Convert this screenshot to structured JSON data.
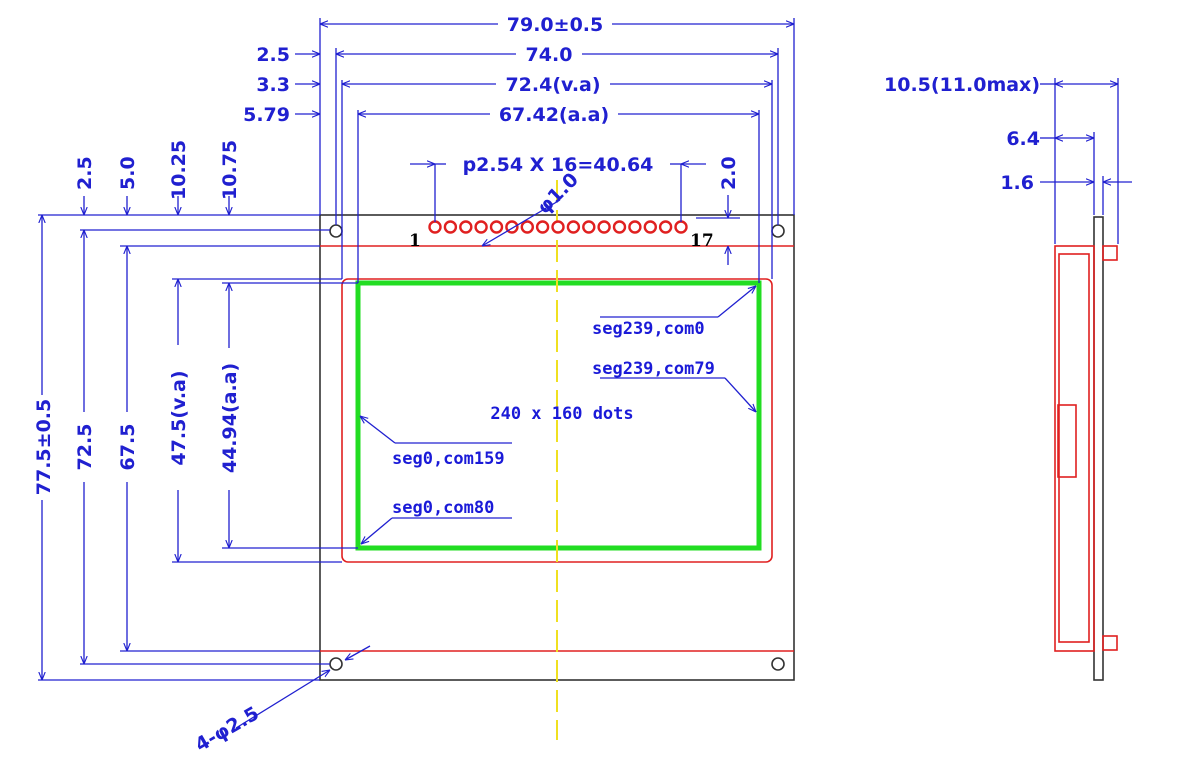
{
  "dimensions": {
    "outline_width": "79.0±0.5",
    "pcb_width": "74.0",
    "va_width": "72.4(v.a)",
    "aa_width": "67.42(a.a)",
    "offset_pcb_x": "2.5",
    "offset_va_x": "3.3",
    "offset_aa_x": "5.79",
    "pin_pitch": "p2.54  X  16=40.64",
    "pin_offset": "2.0",
    "pin_hole": "φ1.0",
    "offset_top_1": "2.5",
    "offset_top_2": "5.0",
    "offset_top_3": "10.25",
    "offset_top_4": "10.75",
    "outline_height": "77.5±0.5",
    "pcb_height": "72.5",
    "inner_height": "67.5",
    "va_height": "47.5(v.a)",
    "aa_height": "44.94(a.a)",
    "mount_holes": "4-φ2.5"
  },
  "pins": {
    "first": "1",
    "last": "17"
  },
  "display": {
    "resolution": "240  x  160  dots",
    "seg239_com0": "seg239,com0",
    "seg239_com79": "seg239,com79",
    "seg0_com159": "seg0,com159",
    "seg0_com80": "seg0,com80"
  },
  "side_view": {
    "total_thickness": "10.5(11.0max)",
    "thickness_2": "6.4",
    "pcb_thickness": "1.6"
  },
  "colors": {
    "dimension": "#2020d0",
    "outline": "#333333",
    "viewing_area": "#e02020",
    "active_area": "#22dd22",
    "center_line": "#f0e020"
  }
}
